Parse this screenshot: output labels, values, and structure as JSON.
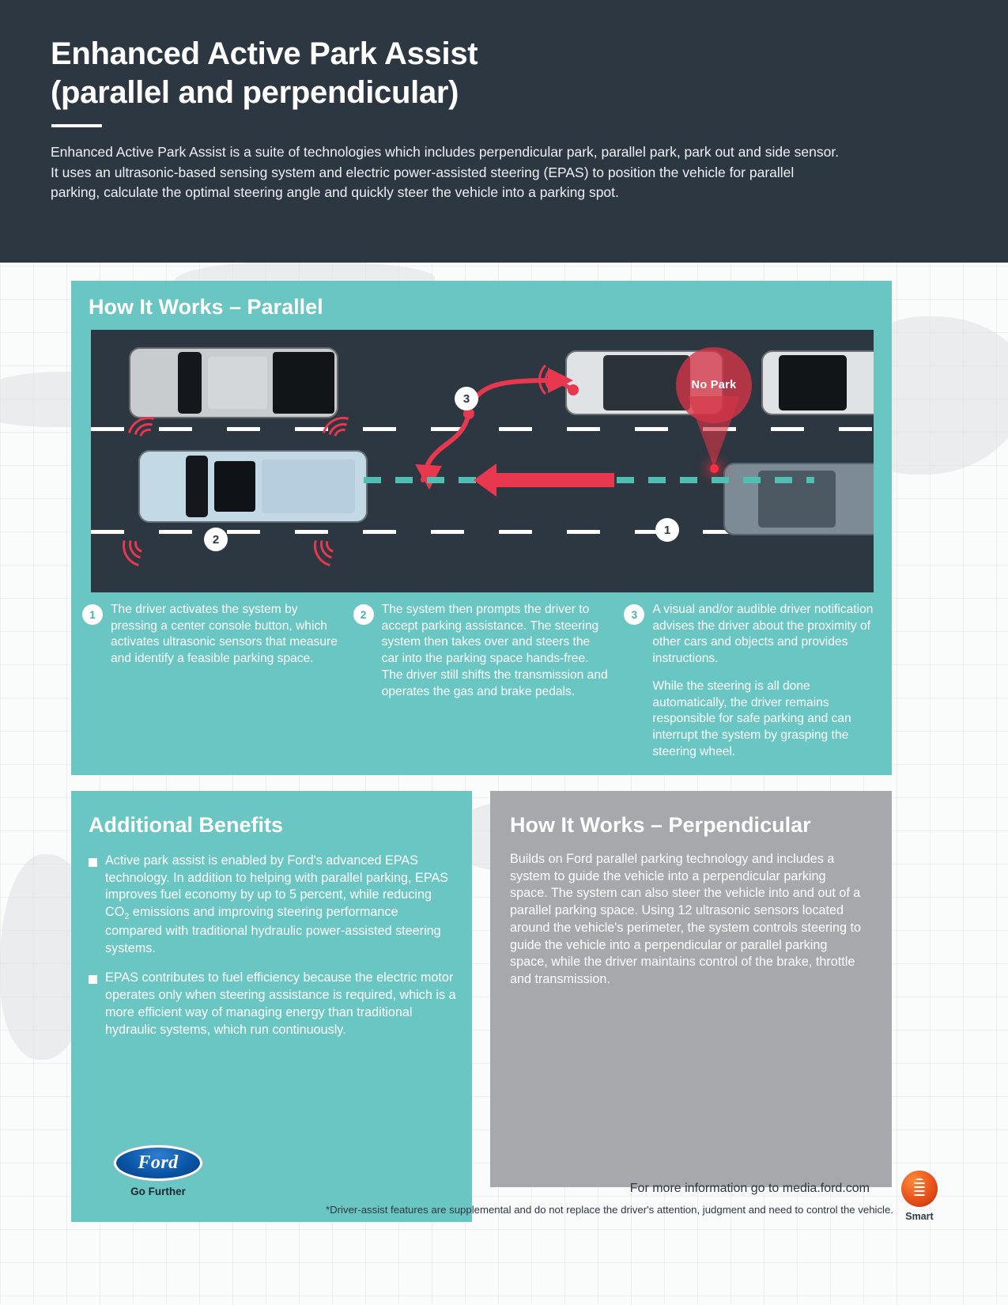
{
  "header": {
    "title_line1": "Enhanced Active Park Assist",
    "title_line2": "(parallel and perpendicular)",
    "intro": "Enhanced Active Park Assist is a suite of technologies which includes perpendicular park, parallel park, park out and side sensor. It uses an ultrasonic-based sensing system and electric power-assisted steering (EPAS) to position the vehicle for parallel parking, calculate the optimal steering angle and quickly steer the vehicle into a parking spot."
  },
  "parallel": {
    "panel_title": "How It Works – Parallel",
    "diagram": {
      "no_park_label": "No Park",
      "marker_1": "1",
      "marker_2": "2",
      "marker_3": "3"
    },
    "steps": [
      {
        "num": "1",
        "paragraphs": [
          "The driver activates the system by pressing a center console button, which activates ultrasonic sensors that measure and identify a feasible parking space."
        ]
      },
      {
        "num": "2",
        "paragraphs": [
          "The system then prompts the driver to accept parking assistance. The steering system then takes over and steers the car into the parking space hands-free. The driver still shifts the transmission and operates the gas and brake pedals."
        ]
      },
      {
        "num": "3",
        "paragraphs": [
          "A visual and/or audible driver notification advises the driver about the proximity of other cars and objects and provides instructions.",
          "While the steering is all done automatically, the driver remains responsible for safe parking and can interrupt the system by grasping the steering wheel."
        ]
      }
    ]
  },
  "benefits": {
    "title": "Additional Benefits",
    "items": [
      "Active park assist is enabled by Ford's advanced EPAS technology. In addition to helping with parallel parking, EPAS improves fuel economy by up to 5 percent, while reducing CO2 emissions and improving steering performance compared with traditional hydraulic power-assisted steering systems.",
      "EPAS contributes to fuel efficiency because the electric motor operates only when steering assistance is required, which is a more efficient way of managing energy than traditional hydraulic systems, which run continuously."
    ]
  },
  "perpendicular": {
    "title": "How It Works – Perpendicular",
    "body": "Builds on Ford parallel parking technology and includes a system to guide the vehicle into a perpendicular parking space. The system can also steer the vehicle into and out of a parallel parking space. Using 12 ultrasonic sensors located around the vehicle's perimeter, the system controls steering to guide the vehicle into a perpendicular or parallel parking space, while the driver maintains control of the brake, throttle and transmission."
  },
  "footer": {
    "ford_wordmark": "Ford",
    "ford_tagline": "Go Further",
    "more_info": "For more information go to media.ford.com",
    "disclaimer": "*Driver-assist features are supplemental and do not replace the driver's attention, judgment and need to control the vehicle.",
    "smart_label": "Smart"
  },
  "colors": {
    "dark": "#2d3741",
    "teal": "#6ac6c2",
    "gray": "#a6a8ab",
    "red": "#e8384f",
    "teal_dash": "#4fbfb3",
    "ford_blue": "#0a56a8"
  }
}
